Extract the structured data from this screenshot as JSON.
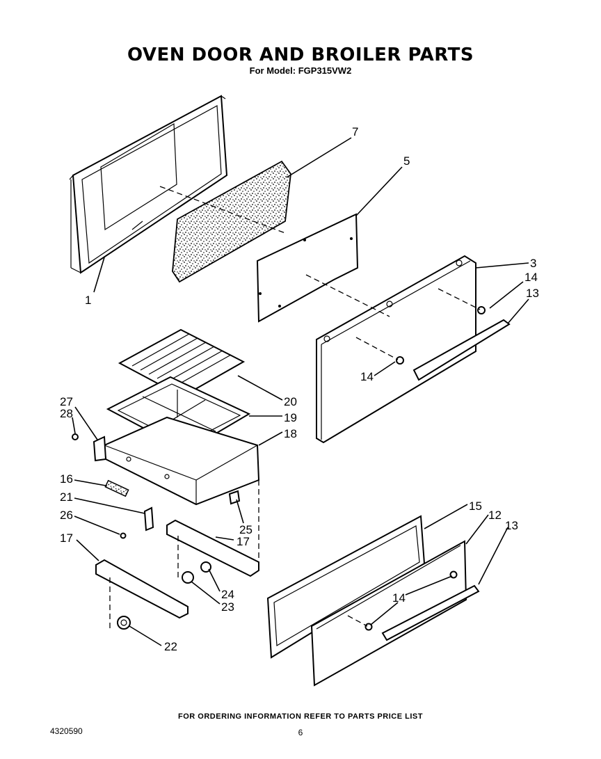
{
  "header": {
    "title": "OVEN DOOR AND BROILER PARTS",
    "subtitle": "For Model: FGP315VW2"
  },
  "callouts": {
    "c1": "1",
    "c7": "7",
    "c5": "5",
    "c3": "3",
    "c14a": "14",
    "c13a": "13",
    "c14b": "14",
    "c20": "20",
    "c19": "19",
    "c18": "18",
    "c27": "27",
    "c28": "28",
    "c16": "16",
    "c21": "21",
    "c26": "26",
    "c25": "25",
    "c17a": "17",
    "c17b": "17",
    "c24": "24",
    "c23": "23",
    "c22": "22",
    "c15": "15",
    "c12": "12",
    "c13b": "13",
    "c14c": "14"
  },
  "footer": {
    "note": "FOR ORDERING INFORMATION REFER TO PARTS PRICE LIST",
    "doc_number": "4320590",
    "page_number": "6"
  }
}
